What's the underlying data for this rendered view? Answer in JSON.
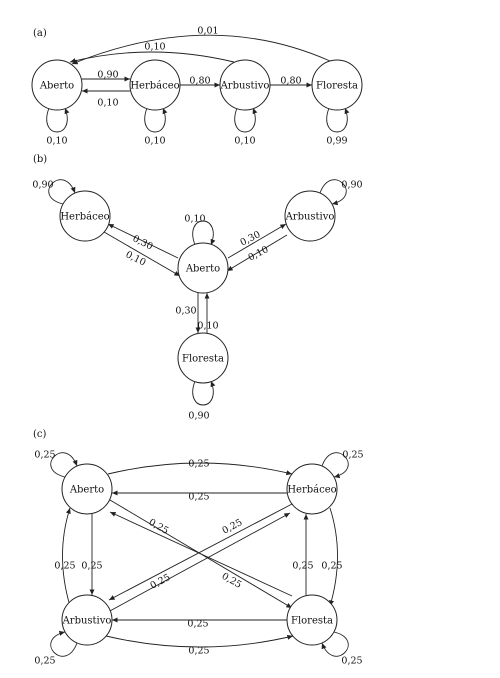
{
  "panels": [
    {
      "label": "(a)",
      "nodes": [
        {
          "name": "Aberto"
        },
        {
          "name": "Herbáceo"
        },
        {
          "name": "Arbustivo"
        },
        {
          "name": "Floresta"
        }
      ],
      "edges": [
        {
          "from": "Aberto",
          "to": "Herbáceo",
          "label": "0,90"
        },
        {
          "from": "Herbáceo",
          "to": "Aberto",
          "label": "0,10"
        },
        {
          "from": "Herbáceo",
          "to": "Arbustivo",
          "label": "0,80"
        },
        {
          "from": "Arbustivo",
          "to": "Floresta",
          "label": "0,80"
        },
        {
          "from": "Arbustivo",
          "to": "Aberto",
          "label": "0,10"
        },
        {
          "from": "Floresta",
          "to": "Aberto",
          "label": "0,01"
        },
        {
          "from": "Aberto",
          "to": "Aberto",
          "label": "0,10"
        },
        {
          "from": "Herbáceo",
          "to": "Herbáceo",
          "label": "0,10"
        },
        {
          "from": "Arbustivo",
          "to": "Arbustivo",
          "label": "0,10"
        },
        {
          "from": "Floresta",
          "to": "Floresta",
          "label": "0,99"
        }
      ]
    },
    {
      "label": "(b)",
      "nodes": [
        {
          "name": "Herbáceo"
        },
        {
          "name": "Arbustivo"
        },
        {
          "name": "Aberto"
        },
        {
          "name": "Floresta"
        }
      ],
      "edges": [
        {
          "from": "Herbáceo",
          "to": "Herbáceo",
          "label": "0,90"
        },
        {
          "from": "Arbustivo",
          "to": "Arbustivo",
          "label": "0,90"
        },
        {
          "from": "Aberto",
          "to": "Aberto",
          "label": "0,10"
        },
        {
          "from": "Floresta",
          "to": "Floresta",
          "label": "0,90"
        },
        {
          "from": "Aberto",
          "to": "Herbáceo",
          "label": "0,30"
        },
        {
          "from": "Herbáceo",
          "to": "Aberto",
          "label": "0,10"
        },
        {
          "from": "Aberto",
          "to": "Arbustivo",
          "label": "0,30"
        },
        {
          "from": "Arbustivo",
          "to": "Aberto",
          "label": "0,10"
        },
        {
          "from": "Aberto",
          "to": "Floresta",
          "label": "0,30"
        },
        {
          "from": "Floresta",
          "to": "Aberto",
          "label": "0,10"
        }
      ]
    },
    {
      "label": "(c)",
      "nodes": [
        {
          "name": "Aberto"
        },
        {
          "name": "Herbáceo"
        },
        {
          "name": "Arbustivo"
        },
        {
          "name": "Floresta"
        }
      ],
      "edges": [
        {
          "from": "Aberto",
          "to": "Aberto",
          "label": "0,25"
        },
        {
          "from": "Herbáceo",
          "to": "Herbáceo",
          "label": "0,25"
        },
        {
          "from": "Arbustivo",
          "to": "Arbustivo",
          "label": "0,25"
        },
        {
          "from": "Floresta",
          "to": "Floresta",
          "label": "0,25"
        },
        {
          "from": "Aberto",
          "to": "Herbáceo",
          "label": "0,25"
        },
        {
          "from": "Herbáceo",
          "to": "Aberto",
          "label": "0,25"
        },
        {
          "from": "Floresta",
          "to": "Arbustivo",
          "label": "0,25"
        },
        {
          "from": "Arbustivo",
          "to": "Floresta",
          "label": "0,25"
        },
        {
          "from": "Arbustivo",
          "to": "Aberto",
          "label": "0,25"
        },
        {
          "from": "Aberto",
          "to": "Arbustivo",
          "label": "0,25"
        },
        {
          "from": "Floresta",
          "to": "Herbáceo",
          "label": "0,25"
        },
        {
          "from": "Herbáceo",
          "to": "Floresta",
          "label": "0,25"
        },
        {
          "from": "Aberto",
          "to": "Floresta",
          "label": "0,25"
        },
        {
          "from": "Floresta",
          "to": "Aberto",
          "label": "0,25"
        },
        {
          "from": "Herbáceo",
          "to": "Arbustivo",
          "label": "0,25"
        },
        {
          "from": "Arbustivo",
          "to": "Herbáceo",
          "label": "0,25"
        }
      ]
    }
  ]
}
